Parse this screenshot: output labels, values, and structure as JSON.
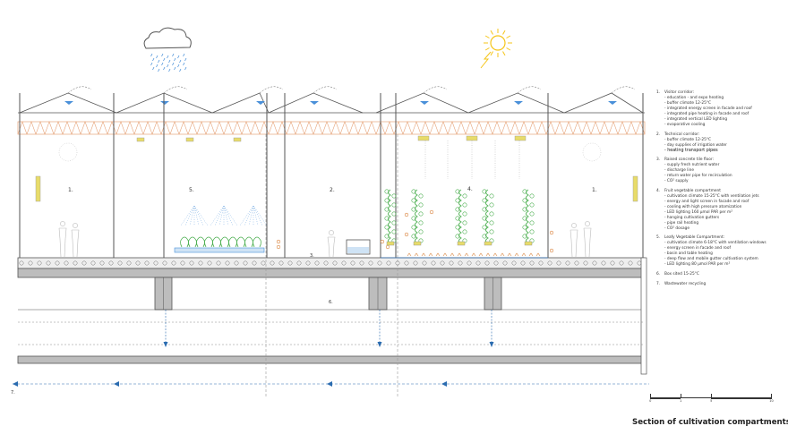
{
  "title": "Section of cultivation compartments",
  "zone_labels": [
    "1.",
    "5.",
    "2.",
    "4.",
    "1.",
    "3.",
    "6.",
    "7."
  ],
  "legend": [
    {
      "num": "1.",
      "title": "Visitor corridor:",
      "lines": [
        "- education - and expo heating",
        "- buffer climate 12-25°C",
        "- integrated energy screen in facade and roof",
        "- integrated pipe heating in facade and roof",
        "- integrated vertical LED lighting",
        "- evaporative cooling"
      ],
      "highlight": []
    },
    {
      "num": "2.",
      "title": "Technical corridor:",
      "lines": [
        "- buffer climate 12-25°C",
        "- day supplies of irrigation water",
        "- heating transport pipes"
      ],
      "highlight": [
        2
      ]
    },
    {
      "num": "3.",
      "title": "Raised concrete tile floor:",
      "lines": [
        "- supply fresh nutrient water",
        "- discharge line",
        "- return water pipe for recirculation",
        "- CO² supply"
      ],
      "highlight": []
    },
    {
      "num": "4.",
      "title": "Fruit vegetable compartment",
      "lines": [
        "- cultivation climate 15-25°C with ventilation jets",
        "- energy and light screen in facade and roof",
        "- cooling with high pressure atomization",
        "- LED lighting 160 µmol PAR per m²",
        "- hanging cultivation gutters",
        "- pipe rail heating",
        "- CO² dosage"
      ],
      "highlight": []
    },
    {
      "num": "5.",
      "title": "Leafy Vegetable Compartment:",
      "lines": [
        "- cultivation climate 6-18°C with ventilation windows",
        "- energy screen in facade and roof",
        "- basin and table heating",
        "- deep flow and mobile gutter cultivation system",
        "- LED lighting 80 µmol PAR per m²"
      ],
      "highlight": []
    },
    {
      "num": "6.",
      "title": "Box sited 15-25°C",
      "lines": [],
      "highlight": []
    },
    {
      "num": "7.",
      "title": "Wastewater recycling",
      "lines": [],
      "highlight": []
    }
  ],
  "scale_labels": [
    "0",
    "1",
    "5",
    "10"
  ],
  "colors": {
    "line": "#555555",
    "truss": "#e6a57c",
    "structure": "#bdbdbd",
    "water": "#2b6cb0",
    "rain": "#4a90d9",
    "plant": "#4caf50",
    "sun": "#f5c518",
    "accent": "#d9823b",
    "yellow": "#e8dc6a"
  }
}
